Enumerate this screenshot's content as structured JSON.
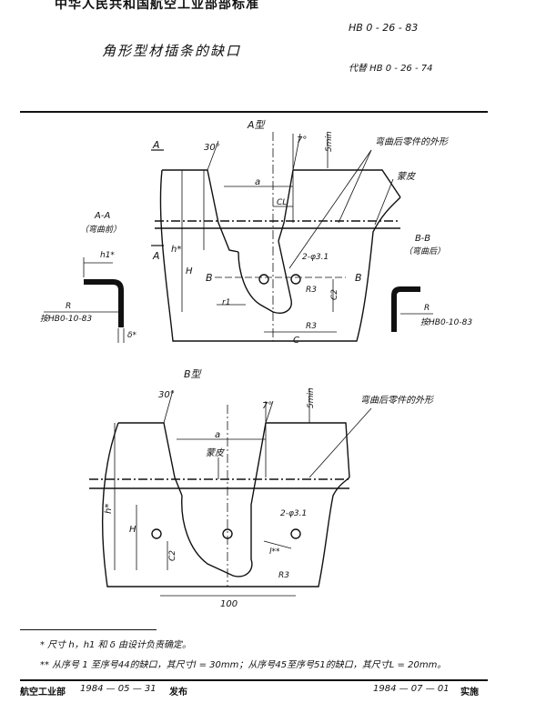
{
  "header": {
    "org_title": "中华人民共和国航空工业部部标准",
    "standard_code": "HB 0 - 26 - 83",
    "doc_title": "角形型材插条的缺口",
    "replaces": "代替 HB 0 - 26 - 74"
  },
  "figure_a": {
    "type_label": "A型",
    "angle_30": "30°",
    "angle_7": "7°",
    "min5": "5min",
    "outline_note": "弯曲后零件的外形",
    "skin_label": "蒙皮",
    "dim_a": "a",
    "dim_cl": "CL",
    "dim_h": "H",
    "dim_h_star": "h*",
    "dim_c2": "C2",
    "dim_c": "C",
    "dim_r1": "r1",
    "dim_r3_1": "R3",
    "dim_r3_2": "R3",
    "holes": "2-φ3.1",
    "cut_a": "A",
    "cut_b": "B",
    "section_aa_title": "A-A",
    "section_aa_sub": "（弯曲前）",
    "section_aa_h1": "h1*",
    "section_aa_r": "R",
    "section_aa_ref": "按HB0-10-83",
    "section_aa_delta": "δ*",
    "section_bb_title": "B-B",
    "section_bb_sub": "（弯曲后）",
    "section_bb_r": "R",
    "section_bb_ref": "按HB0-10-83"
  },
  "figure_b": {
    "type_label": "B型",
    "angle_30": "30°",
    "angle_7": "7°",
    "min5": "5min",
    "outline_note": "弯曲后零件的外形",
    "skin_label": "蒙皮",
    "dim_a": "a",
    "dim_h": "H",
    "dim_h_star": "h*",
    "dim_c2": "C2",
    "dim_l": "l**",
    "dim_r3": "R3",
    "holes": "2-φ3.1",
    "dim_100": "100"
  },
  "notes": {
    "note1": "* 尺寸 h，h1 和 δ 由设计负责确定。",
    "note2": "** 从序号 1 至序号44的缺口，其尺寸l = 30mm；从序号45至序号51的缺口，其尺寸L = 20mm。"
  },
  "footer": {
    "issuer": "航空工业部",
    "issue_date": "1984 — 05 — 31",
    "issue_word": "发布",
    "effective_date": "1984 — 07 — 01",
    "effective_word": "实施"
  }
}
